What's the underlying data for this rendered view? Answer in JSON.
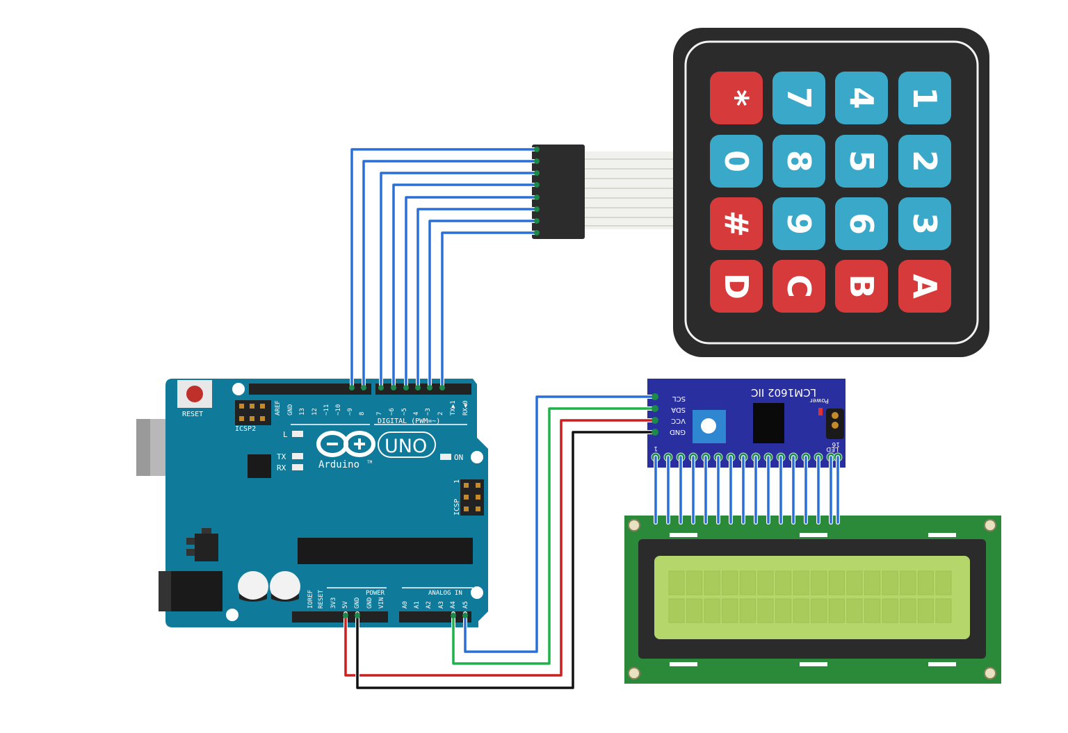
{
  "colors": {
    "arduino_board": "#0f7a9a",
    "keypad_bezel": "#2b2b2b",
    "key_red": "#d63a3a",
    "key_blue": "#3aa8c8",
    "i2c_board": "#2a2fa0",
    "lcd_pcb": "#2a8a3a",
    "lcd_screen": "#b5d66a",
    "wire_blue": "#2a6fd6",
    "wire_green": "#1fb24a",
    "wire_red": "#cc1f1f",
    "wire_black": "#111111"
  },
  "keypad": {
    "rows": [
      [
        "*",
        "7",
        "4",
        "1"
      ],
      [
        "0",
        "8",
        "5",
        "2"
      ],
      [
        "#",
        "9",
        "6",
        "3"
      ],
      [
        "D",
        "C",
        "B",
        "A"
      ]
    ],
    "red_keys": [
      "*",
      "#",
      "D",
      "C",
      "B",
      "A"
    ]
  },
  "arduino": {
    "reset_label": "RESET",
    "icsp2_label": "ICSP2",
    "icsp_label": "ICSP",
    "icsp_pin_mark": "1",
    "brand": "Arduino",
    "trademark": "TM",
    "model": "UNO",
    "led_l": "L",
    "led_tx": "TX",
    "led_rx": "RX",
    "led_on": "ON",
    "digital_label": "DIGITAL (PWM=~)",
    "digital_pins": [
      "AREF",
      "GND",
      "13",
      "12",
      "~11",
      "~10",
      "~9",
      "8",
      "7",
      "~6",
      "~5",
      "4",
      "~3",
      "2",
      "TX▶1",
      "RX◀0"
    ],
    "power_label": "POWER",
    "power_pins": [
      "IOREF",
      "RESET",
      "3V3",
      "5V",
      "GND",
      "GND",
      "VIN"
    ],
    "analog_label": "ANALOG IN",
    "analog_pins": [
      "A0",
      "A1",
      "A2",
      "A3",
      "A4",
      "A5"
    ]
  },
  "i2c": {
    "title": "LCM1602 IIC",
    "power_label": "Power",
    "pins": [
      "SCL",
      "SDA",
      "VCC",
      "GND"
    ],
    "led_label": "LED",
    "pin1_mark": "1",
    "pin16_mark": "16"
  },
  "connections": [
    "keypad → D9–D2",
    "A5 → SCL",
    "A4 → SDA",
    "5V → VCC",
    "GND → GND"
  ]
}
